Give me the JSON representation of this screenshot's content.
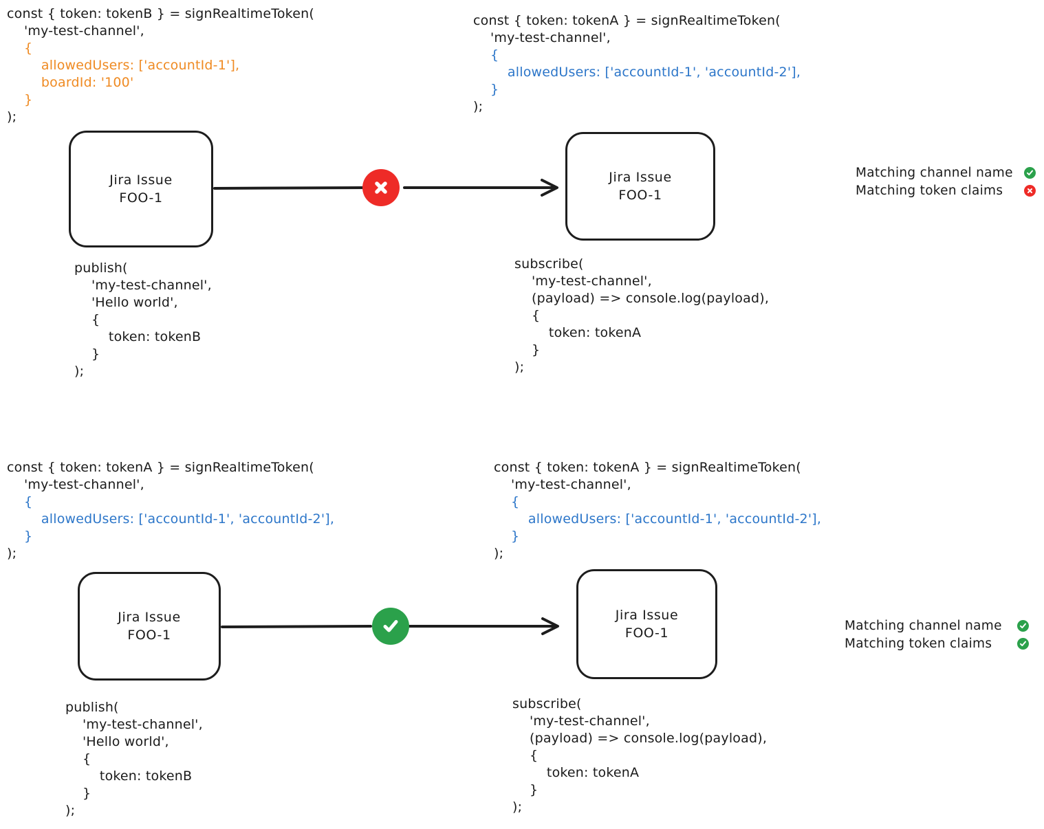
{
  "colors": {
    "orange": "#EF8A22",
    "blue": "#2C76C9",
    "green": "#2BA14B",
    "red": "#EE2B27",
    "ink": "#1a1a1a"
  },
  "panels": [
    {
      "id": "top-left",
      "token_code": {
        "lines": [
          {
            "text": "const { token: tokenB } = signRealtimeToken(",
            "color": "ink"
          },
          {
            "text": "    'my-test-channel',",
            "color": "ink"
          },
          {
            "text": "    {",
            "color": "orange"
          },
          {
            "text": "        allowedUsers: ['accountId-1'],",
            "color": "orange"
          },
          {
            "text": "        boardId: '100'",
            "color": "orange"
          },
          {
            "text": "    }",
            "color": "orange"
          },
          {
            "text": ");",
            "color": "ink"
          }
        ]
      },
      "box": {
        "title": "Jira Issue",
        "subtitle": "FOO-1"
      },
      "call_code": {
        "lines": [
          {
            "text": "publish(",
            "color": "ink"
          },
          {
            "text": "    'my-test-channel',",
            "color": "ink"
          },
          {
            "text": "    'Hello world',",
            "color": "ink"
          },
          {
            "text": "    {",
            "color": "ink"
          },
          {
            "text": "        token: tokenB",
            "color": "ink"
          },
          {
            "text": "    }",
            "color": "ink"
          },
          {
            "text": ");",
            "color": "ink"
          }
        ]
      }
    },
    {
      "id": "top-right",
      "token_code": {
        "lines": [
          {
            "text": "const { token: tokenA } = signRealtimeToken(",
            "color": "ink"
          },
          {
            "text": "    'my-test-channel',",
            "color": "ink"
          },
          {
            "text": "    {",
            "color": "blue"
          },
          {
            "text": "        allowedUsers: ['accountId-1', 'accountId-2'],",
            "color": "blue"
          },
          {
            "text": "    }",
            "color": "blue"
          },
          {
            "text": ");",
            "color": "ink"
          }
        ]
      },
      "box": {
        "title": "Jira Issue",
        "subtitle": "FOO-1"
      },
      "call_code": {
        "lines": [
          {
            "text": "subscribe(",
            "color": "ink"
          },
          {
            "text": "    'my-test-channel',",
            "color": "ink"
          },
          {
            "text": "    (payload) => console.log(payload),",
            "color": "ink"
          },
          {
            "text": "    {",
            "color": "ink"
          },
          {
            "text": "        token: tokenA",
            "color": "ink"
          },
          {
            "text": "    }",
            "color": "ink"
          },
          {
            "text": ");",
            "color": "ink"
          }
        ]
      }
    },
    {
      "id": "bottom-left",
      "token_code": {
        "lines": [
          {
            "text": "const { token: tokenA } = signRealtimeToken(",
            "color": "ink"
          },
          {
            "text": "    'my-test-channel',",
            "color": "ink"
          },
          {
            "text": "    {",
            "color": "blue"
          },
          {
            "text": "        allowedUsers: ['accountId-1', 'accountId-2'],",
            "color": "blue"
          },
          {
            "text": "    }",
            "color": "blue"
          },
          {
            "text": ");",
            "color": "ink"
          }
        ]
      },
      "box": {
        "title": "Jira Issue",
        "subtitle": "FOO-1"
      },
      "call_code": {
        "lines": [
          {
            "text": "publish(",
            "color": "ink"
          },
          {
            "text": "    'my-test-channel',",
            "color": "ink"
          },
          {
            "text": "    'Hello world',",
            "color": "ink"
          },
          {
            "text": "    {",
            "color": "ink"
          },
          {
            "text": "        token: tokenB",
            "color": "ink"
          },
          {
            "text": "    }",
            "color": "ink"
          },
          {
            "text": ");",
            "color": "ink"
          }
        ]
      }
    },
    {
      "id": "bottom-right",
      "token_code": {
        "lines": [
          {
            "text": "const { token: tokenA } = signRealtimeToken(",
            "color": "ink"
          },
          {
            "text": "    'my-test-channel',",
            "color": "ink"
          },
          {
            "text": "    {",
            "color": "blue"
          },
          {
            "text": "        allowedUsers: ['accountId-1', 'accountId-2'],",
            "color": "blue"
          },
          {
            "text": "    }",
            "color": "blue"
          },
          {
            "text": ");",
            "color": "ink"
          }
        ]
      },
      "box": {
        "title": "Jira Issue",
        "subtitle": "FOO-1"
      },
      "call_code": {
        "lines": [
          {
            "text": "subscribe(",
            "color": "ink"
          },
          {
            "text": "    'my-test-channel',",
            "color": "ink"
          },
          {
            "text": "    (payload) => console.log(payload),",
            "color": "ink"
          },
          {
            "text": "    {",
            "color": "ink"
          },
          {
            "text": "        token: tokenA",
            "color": "ink"
          },
          {
            "text": "    }",
            "color": "ink"
          },
          {
            "text": ");",
            "color": "ink"
          }
        ]
      }
    }
  ],
  "scenarios": [
    {
      "id": "failing",
      "arrow_status": "fail",
      "arrow_icon": "cross-circle-icon",
      "legend": [
        {
          "label": "Matching channel name",
          "status": "pass",
          "icon": "check-circle-icon"
        },
        {
          "label": "Matching token claims",
          "status": "fail",
          "icon": "cross-circle-icon"
        }
      ]
    },
    {
      "id": "passing",
      "arrow_status": "pass",
      "arrow_icon": "check-circle-icon",
      "legend": [
        {
          "label": "Matching channel name",
          "status": "pass",
          "icon": "check-circle-icon"
        },
        {
          "label": "Matching token claims",
          "status": "pass",
          "icon": "check-circle-icon"
        }
      ]
    }
  ]
}
